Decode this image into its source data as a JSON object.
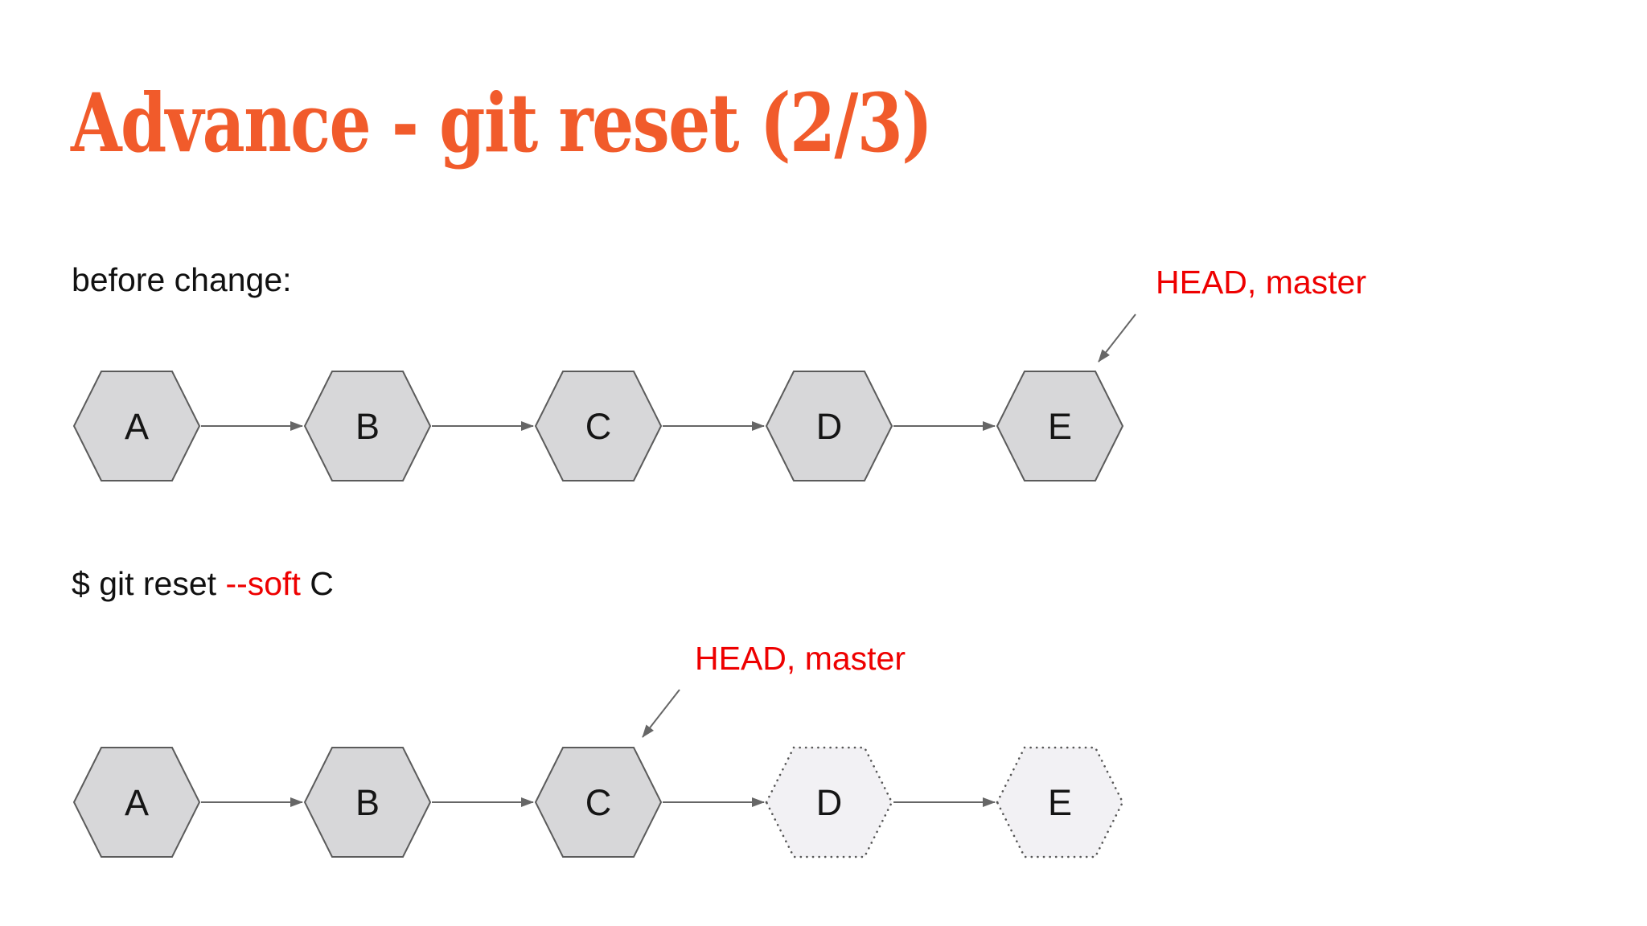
{
  "slide": {
    "title": "Advance - git reset (2/3)",
    "before_section": {
      "caption": "before change:",
      "head_label": "HEAD, master",
      "head_points_to": "E",
      "nodes": [
        {
          "label": "A",
          "style": "solid"
        },
        {
          "label": "B",
          "style": "solid"
        },
        {
          "label": "C",
          "style": "solid"
        },
        {
          "label": "D",
          "style": "solid"
        },
        {
          "label": "E",
          "style": "solid"
        }
      ]
    },
    "command": {
      "prefix": "$ git reset ",
      "flag": "--soft",
      "suffix": " C"
    },
    "after_section": {
      "head_label": "HEAD, master",
      "head_points_to": "C",
      "nodes": [
        {
          "label": "A",
          "style": "solid"
        },
        {
          "label": "B",
          "style": "solid"
        },
        {
          "label": "C",
          "style": "solid"
        },
        {
          "label": "D",
          "style": "dotted-faded"
        },
        {
          "label": "E",
          "style": "dotted-faded"
        }
      ]
    },
    "colors": {
      "title_orange": "#F15B2B",
      "highlight_red": "#EE0000",
      "node_fill": "#D7D7D9",
      "node_fill_faded": "#F2F1F4",
      "node_border": "#5B5B5B",
      "edge_gray": "#666666"
    }
  }
}
